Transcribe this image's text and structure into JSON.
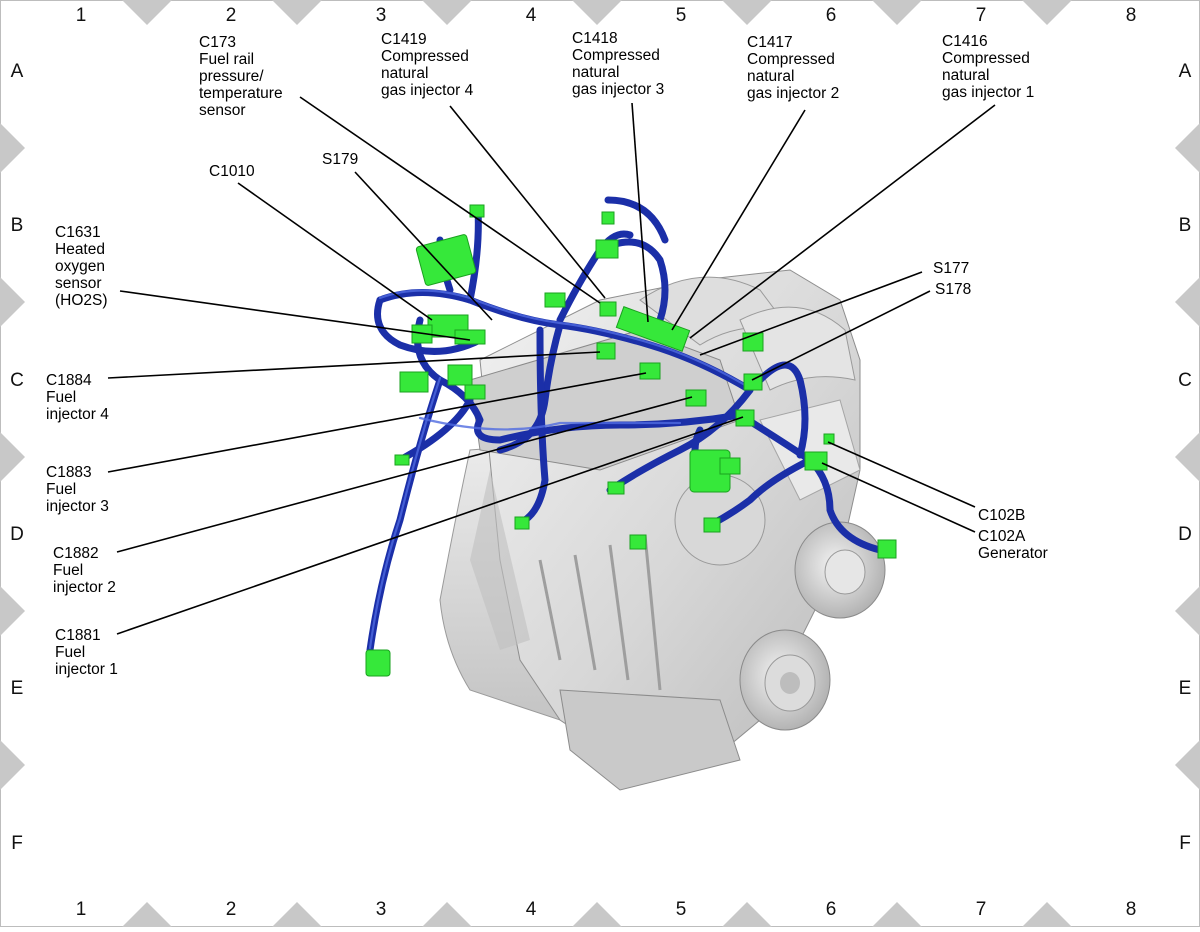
{
  "grid": {
    "columns": [
      "1",
      "2",
      "3",
      "4",
      "5",
      "6",
      "7",
      "8"
    ],
    "rows": [
      "A",
      "B",
      "C",
      "D",
      "E",
      "F"
    ]
  },
  "callouts": {
    "c173": [
      "C173",
      "Fuel rail",
      "pressure/",
      "temperature",
      "sensor"
    ],
    "c1419": [
      "C1419",
      "Compressed",
      "natural",
      "gas injector 4"
    ],
    "c1418": [
      "C1418",
      "Compressed",
      "natural",
      "gas injector 3"
    ],
    "c1417": [
      "C1417",
      "Compressed",
      "natural",
      "gas injector 2"
    ],
    "c1416": [
      "C1416",
      "Compressed",
      "natural",
      "gas injector 1"
    ],
    "c1010": [
      "C1010"
    ],
    "s179": [
      "S179"
    ],
    "c1631": [
      "C1631",
      "Heated",
      "oxygen",
      "sensor",
      "(HO2S)"
    ],
    "s177": [
      "S177"
    ],
    "s178": [
      "S178"
    ],
    "c1884": [
      "C1884",
      "Fuel",
      "injector 4"
    ],
    "c1883": [
      "C1883",
      "Fuel",
      "injector 3"
    ],
    "c1882": [
      "C1882",
      "Fuel",
      "injector 2"
    ],
    "c1881": [
      "C1881",
      "Fuel",
      "injector 1"
    ],
    "c102b": [
      "C102B"
    ],
    "c102a": [
      "C102A",
      "Generator"
    ]
  },
  "colors": {
    "harness": "#1b2fa8",
    "connector": "#36e83a",
    "engine": "#d9d9d9",
    "grid_marker": "#c8c8c8"
  }
}
